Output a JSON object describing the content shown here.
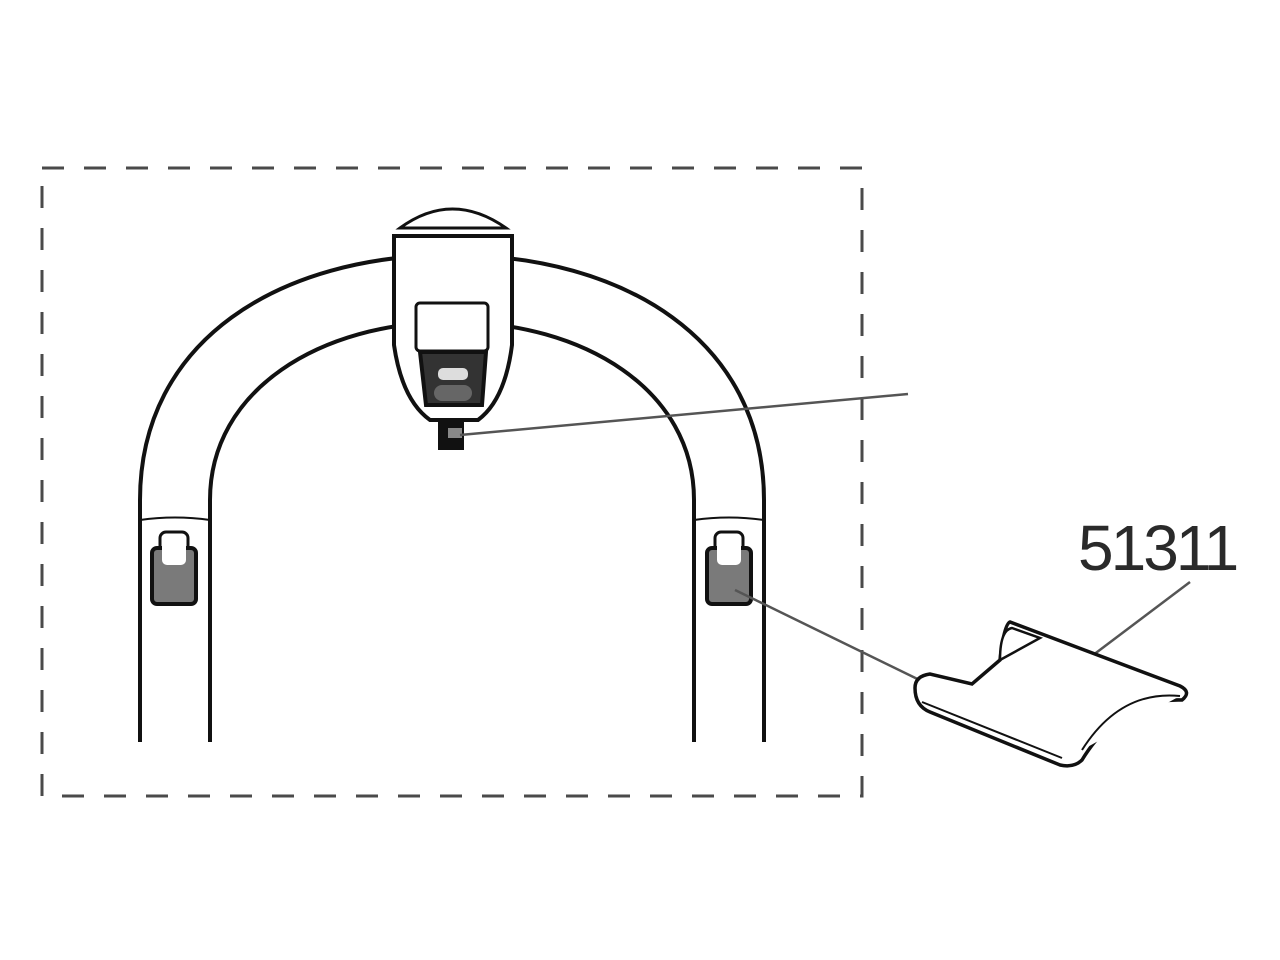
{
  "diagram": {
    "type": "exploded parts diagram",
    "part_number": "51311",
    "colors": {
      "line": "#111111",
      "pad_fill": "#7a7a7a",
      "leader": "#555555",
      "dashed_box": "#4a4a4a"
    },
    "components": [
      {
        "name": "arch-frame",
        "description": "U-shaped tubular frame"
      },
      {
        "name": "top-clamp",
        "description": "central clamp head with knob"
      },
      {
        "name": "left-pad-holder",
        "description": "rubber pad slot, left leg"
      },
      {
        "name": "right-pad-holder",
        "description": "rubber pad slot, right leg"
      },
      {
        "name": "replacement-pad",
        "description": "curved rubber pad, part 51311"
      }
    ]
  }
}
